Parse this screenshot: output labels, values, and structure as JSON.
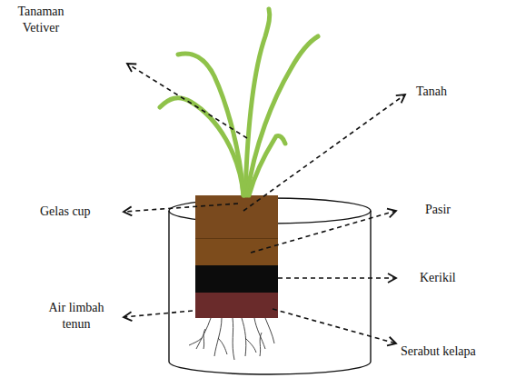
{
  "diagram": {
    "labels": [
      "Tanaman Vetiver",
      "Gelas cup",
      "Air limbah tenun",
      "Tanah",
      "Pasir",
      "Kerikil",
      "Serabut kelapa"
    ]
  }
}
